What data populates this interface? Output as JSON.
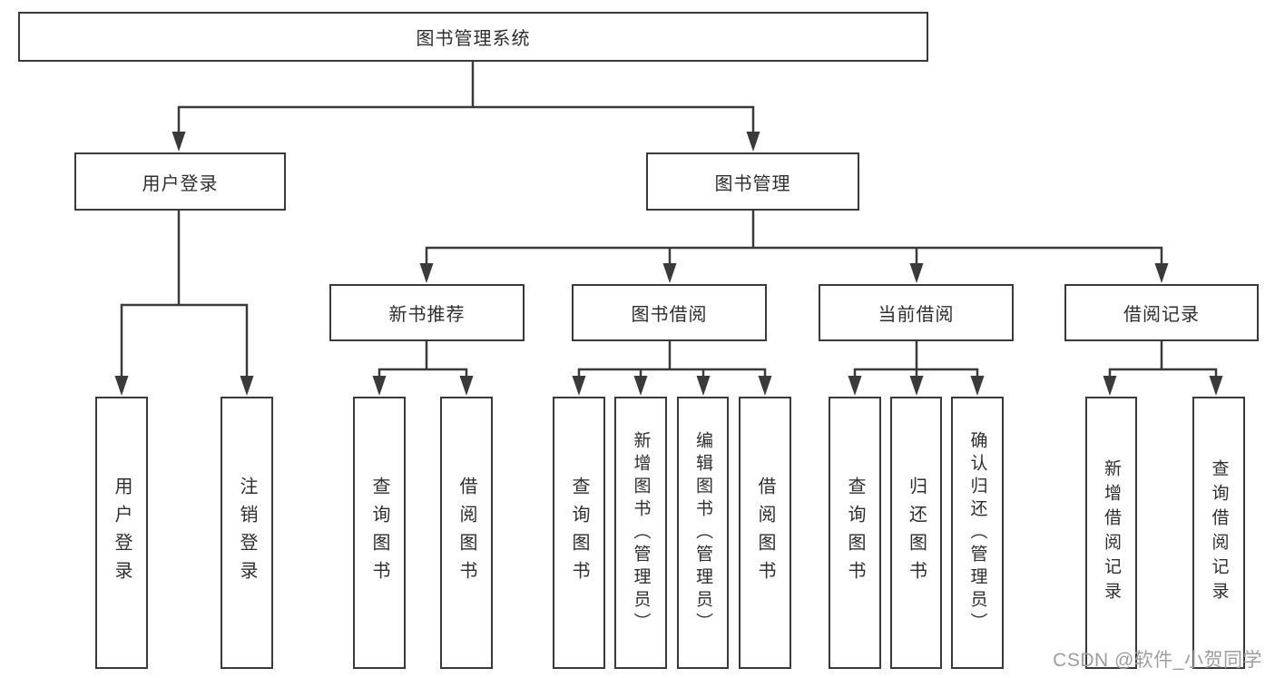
{
  "diagram": {
    "root": {
      "label": "图书管理系统"
    },
    "user_login": {
      "label": "用户登录",
      "children": {
        "login": {
          "label": "用户登录"
        },
        "logout": {
          "label": "注销登录"
        }
      }
    },
    "book_mgmt": {
      "label": "图书管理",
      "children": {
        "new_book_rec": {
          "label": "新书推荐",
          "children": {
            "query": {
              "label": "查询图书"
            },
            "borrow": {
              "label": "借阅图书"
            }
          }
        },
        "book_borrow": {
          "label": "图书借阅",
          "children": {
            "query": {
              "label": "查询图书"
            },
            "add": {
              "label": "新增图书（管理员）"
            },
            "edit": {
              "label": "编辑图书（管理员）"
            },
            "borrow": {
              "label": "借阅图书"
            }
          }
        },
        "current_borrow": {
          "label": "当前借阅",
          "children": {
            "query": {
              "label": "查询图书"
            },
            "return": {
              "label": "归还图书"
            },
            "confirm": {
              "label": "确认归还（管理员）"
            }
          }
        },
        "borrow_record": {
          "label": "借阅记录",
          "children": {
            "add": {
              "label": "新增借阅记录"
            },
            "query": {
              "label": "查询借阅记录"
            }
          }
        }
      }
    }
  },
  "watermark": "CSDN @软件_小贺同学",
  "colors": {
    "border": "#3a3a3a",
    "text": "#2e2e2e",
    "bg": "#ffffff",
    "watermark": "#9e9e9e"
  }
}
